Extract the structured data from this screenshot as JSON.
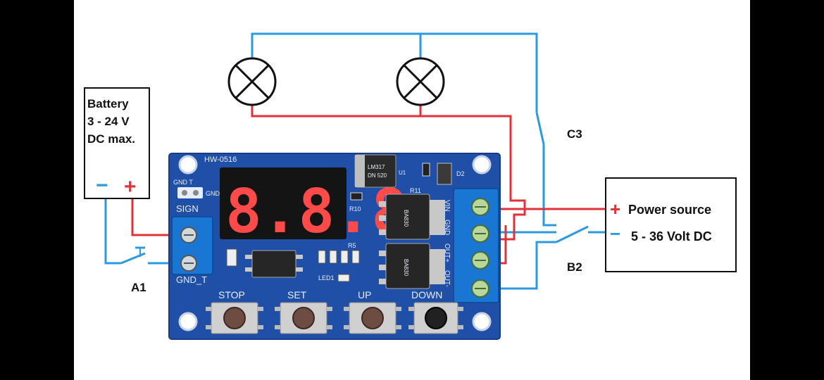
{
  "battery": {
    "line1": "Battery",
    "line2": "3 - 24 V",
    "line3": "DC max.",
    "minus": "−",
    "plus": "+"
  },
  "power_source": {
    "line1": "Power source",
    "line2": "5 - 36 Volt DC",
    "plus": "+",
    "minus": "−"
  },
  "switches": {
    "a1": "A1",
    "b2": "B2",
    "c3": "C3"
  },
  "board": {
    "model": "HW-0516",
    "sign": "SIGN",
    "gnd_t": "GND_T",
    "gnd_t_top": "GND T",
    "gnd_small": "GND",
    "display": "8.8.8.",
    "r10": "R10",
    "r11": "R11",
    "r5": "R5",
    "led1": "LED1",
    "d2": "D2",
    "u1": "U1",
    "regulator_line1": "LM317",
    "regulator_line2": "DN 520",
    "mosfet": "BA830",
    "term_vin": "VIN",
    "term_gnd": "GND",
    "term_out_plus": "OUT+",
    "term_out_minus": "OUT-",
    "btn_stop": "STOP",
    "btn_set": "SET",
    "btn_up": "UP",
    "btn_down": "DOWN"
  },
  "colors": {
    "wire_red": "#e0323a",
    "wire_blue": "#2a9be0",
    "pcb": "#1f4fa6",
    "terminal": "#1976d2"
  }
}
